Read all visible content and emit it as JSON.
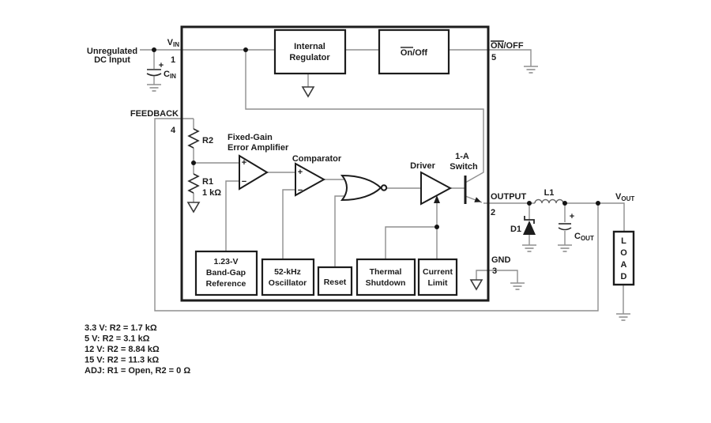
{
  "title": "Buck switching regulator functional block diagram",
  "colors": {
    "background": "#ffffff",
    "wire": "#8f8f8f",
    "outline": "#1c1c1c",
    "text": "#1c1c1c"
  },
  "source": {
    "line1": "Unregulated",
    "line2": "DC Input"
  },
  "pins": {
    "vin": {
      "name": "V",
      "sub": "IN",
      "number": "1"
    },
    "feedback": {
      "name": "FEEDBACK",
      "number": "4"
    },
    "on_off": {
      "on": "ON",
      "rest": "/OFF",
      "number": "5"
    },
    "output": {
      "name": "OUTPUT",
      "number": "2"
    },
    "gnd": {
      "name": "GND",
      "number": "3"
    }
  },
  "blocks": {
    "internal_regulator": {
      "line1": "Internal",
      "line2": "Regulator"
    },
    "on_off": {
      "on": "On",
      "rest": "/Off"
    },
    "band_gap": {
      "line1": "1.23-V",
      "line2": "Band-Gap",
      "line3": "Reference"
    },
    "oscillator": {
      "line1": "52-kHz",
      "line2": "Oscillator"
    },
    "reset": {
      "line1": "Reset"
    },
    "thermal": {
      "line1": "Thermal",
      "line2": "Shutdown"
    },
    "current_limit": {
      "line1": "Current",
      "line2": "Limit"
    }
  },
  "stages": {
    "error_amp": {
      "label1": "Fixed-Gain",
      "label2": "Error Amplifier",
      "plus": "+",
      "minus": "−"
    },
    "comparator": {
      "label": "Comparator",
      "plus": "+",
      "minus": "−"
    },
    "driver": {
      "label": "Driver"
    },
    "switch": {
      "label1": "1-A",
      "label2": "Switch"
    }
  },
  "components": {
    "cin": {
      "plus": "+",
      "name": "C",
      "sub": "IN"
    },
    "cout": {
      "plus": "+",
      "name": "C",
      "sub": "OUT"
    },
    "r2": {
      "name": "R2"
    },
    "r1": {
      "name": "R1",
      "value": "1 kΩ"
    },
    "d1": {
      "name": "D1"
    },
    "l1": {
      "name": "L1"
    },
    "vout": {
      "name": "V",
      "sub": "OUT"
    },
    "load": {
      "l1": "L",
      "l2": "O",
      "l3": "A",
      "l4": "D"
    }
  },
  "notes": {
    "line1": "3.3 V: R2 = 1.7 kΩ",
    "line2": "5 V: R2 = 3.1 kΩ",
    "line3": "12 V: R2 = 8.84 kΩ",
    "line4": "15 V: R2 = 11.3 kΩ",
    "line5": "ADJ: R1 = Open, R2 = 0 Ω"
  }
}
